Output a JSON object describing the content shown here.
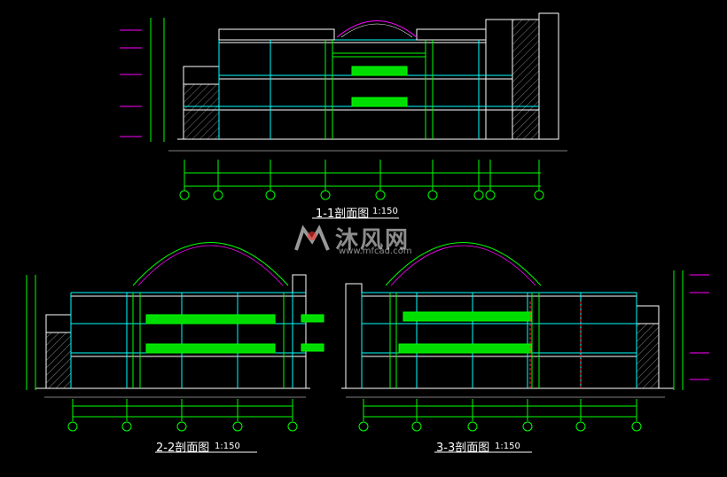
{
  "sections": [
    {
      "name": "1-1",
      "suffix": "剖面图",
      "scale": "1:150"
    },
    {
      "name": "2-2",
      "suffix": "剖面图",
      "scale": "1:150"
    },
    {
      "name": "3-3",
      "suffix": "剖面图",
      "scale": "1:150"
    }
  ],
  "watermark": {
    "cn": "沐风网",
    "url": "www.mfcad.com"
  },
  "colors": {
    "white": "#ffffff",
    "green": "#00ff00",
    "cyan": "#00ffff",
    "magenta": "#ff00ff",
    "red": "#ff3030",
    "yellow": "#ffff00",
    "gray": "#808080"
  }
}
